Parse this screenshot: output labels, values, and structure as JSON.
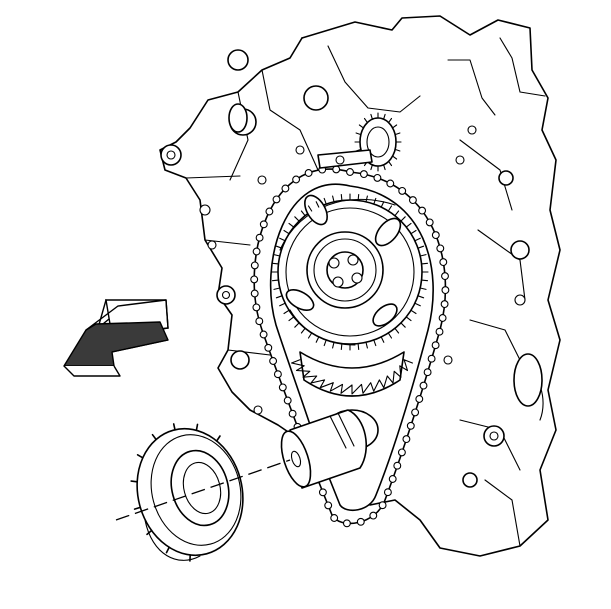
{
  "diagram": {
    "colors": {
      "line": "#000000",
      "background": "#ffffff",
      "arrow_shade": "#3a3a3a"
    },
    "components": [
      {
        "name": "engine-block",
        "icon": "engine-block-outline"
      },
      {
        "name": "camshaft-sprocket",
        "icon": "sprocket-gear"
      },
      {
        "name": "timing-chain",
        "icon": "chain-loop"
      },
      {
        "name": "crankshaft-sprocket",
        "icon": "small-gear"
      },
      {
        "name": "crankshaft-nose",
        "icon": "shaft"
      },
      {
        "name": "oil-pump-drive-gear",
        "icon": "small-gear"
      },
      {
        "name": "crankshaft-position-reluctor-ring",
        "icon": "toothed-ring"
      },
      {
        "name": "removal-direction-arrow",
        "icon": "arrow-left-down"
      }
    ]
  }
}
